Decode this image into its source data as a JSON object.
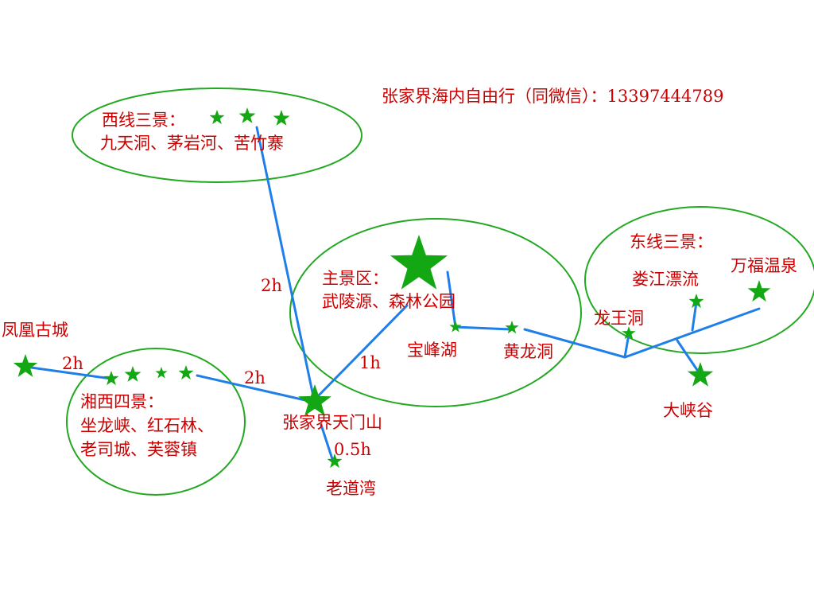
{
  "contact": "张家界海内自由行（同微信）：13397444789",
  "colors": {
    "label": "#cc0000",
    "route": "#1f7fe8",
    "zone_outline": "#22a822",
    "star": "#13a813"
  },
  "icon": "star-icon",
  "areas": {
    "west": {
      "title": "西线三景：",
      "spots": "九天洞、茅岩河、苦竹寨"
    },
    "main": {
      "title": "主景区：",
      "spots": "武陵源、森林公园"
    },
    "east": {
      "title": "东线三景："
    },
    "xiangxi": {
      "title": "湘西四景：",
      "spots_line1": "坐龙峡、红石林、",
      "spots_line2": "老司城、芙蓉镇"
    }
  },
  "places": {
    "tianmen": "张家界天门山",
    "laodaowan": "老道湾",
    "fenghuang": "凤凰古城",
    "baofeng": "宝峰湖",
    "huanglong": "黄龙洞",
    "longwang": "龙王洞",
    "loujiang": "娄江漂流",
    "wanfu": "万福温泉",
    "daxiagu": "大峡谷"
  },
  "durations": {
    "west_to_tianmen": "2h",
    "fenghuang_to_xiangxi": "2h",
    "xiangxi_to_tianmen": "2h",
    "tianmen_to_main": "1h",
    "tianmen_to_laodaowan": "0.5h"
  }
}
